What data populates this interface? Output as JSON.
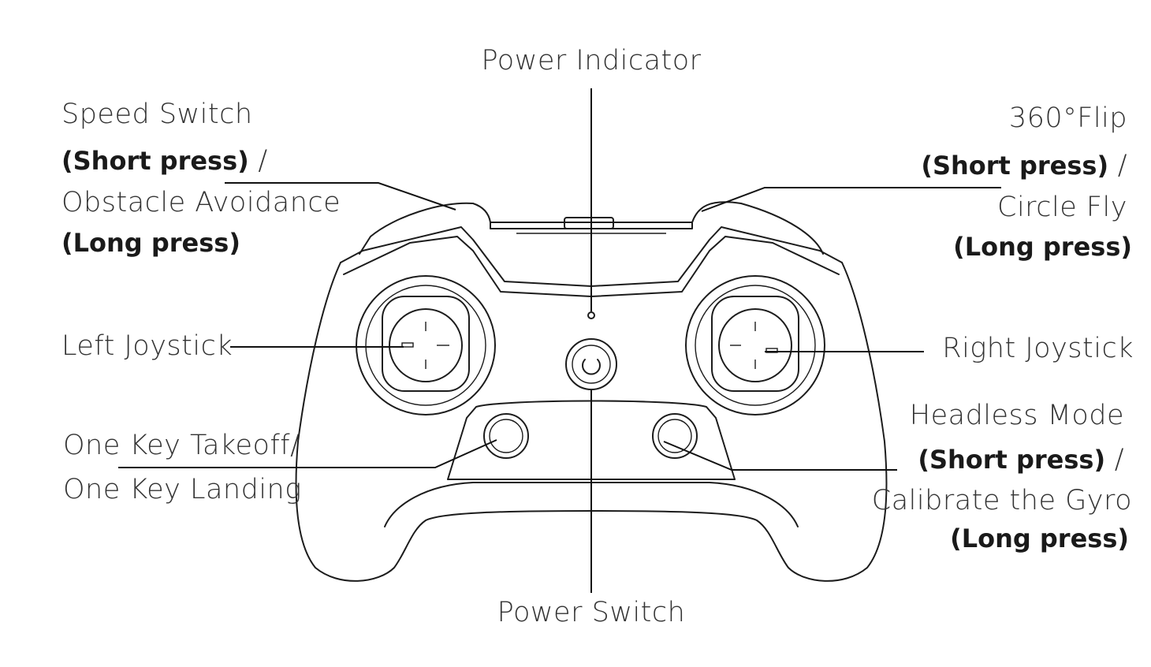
{
  "labels": {
    "power_indicator": "Power Indicator",
    "speed_switch": "Speed Switch",
    "speed_short": "(Short press)",
    "speed_sep": " /",
    "obstacle": "Obstacle Avoidance",
    "obstacle_long": "(Long press)",
    "flip": "360°Flip",
    "flip_short": "(Short press)",
    "flip_sep": " /",
    "circle_fly": "Circle Fly",
    "circle_long": "(Long press)",
    "left_joystick": "Left Joystick",
    "right_joystick": "Right Joystick",
    "takeoff": "One Key Takeoff/",
    "landing": "One Key Landing",
    "headless": "Headless Mode",
    "headless_short": "(Short press)",
    "headless_sep": " /",
    "calibrate": "Calibrate the Gyro",
    "calibrate_long": "(Long press)",
    "power_switch": "Power Switch"
  },
  "colors": {
    "line": "#1c1c1c",
    "background": "#ffffff"
  }
}
